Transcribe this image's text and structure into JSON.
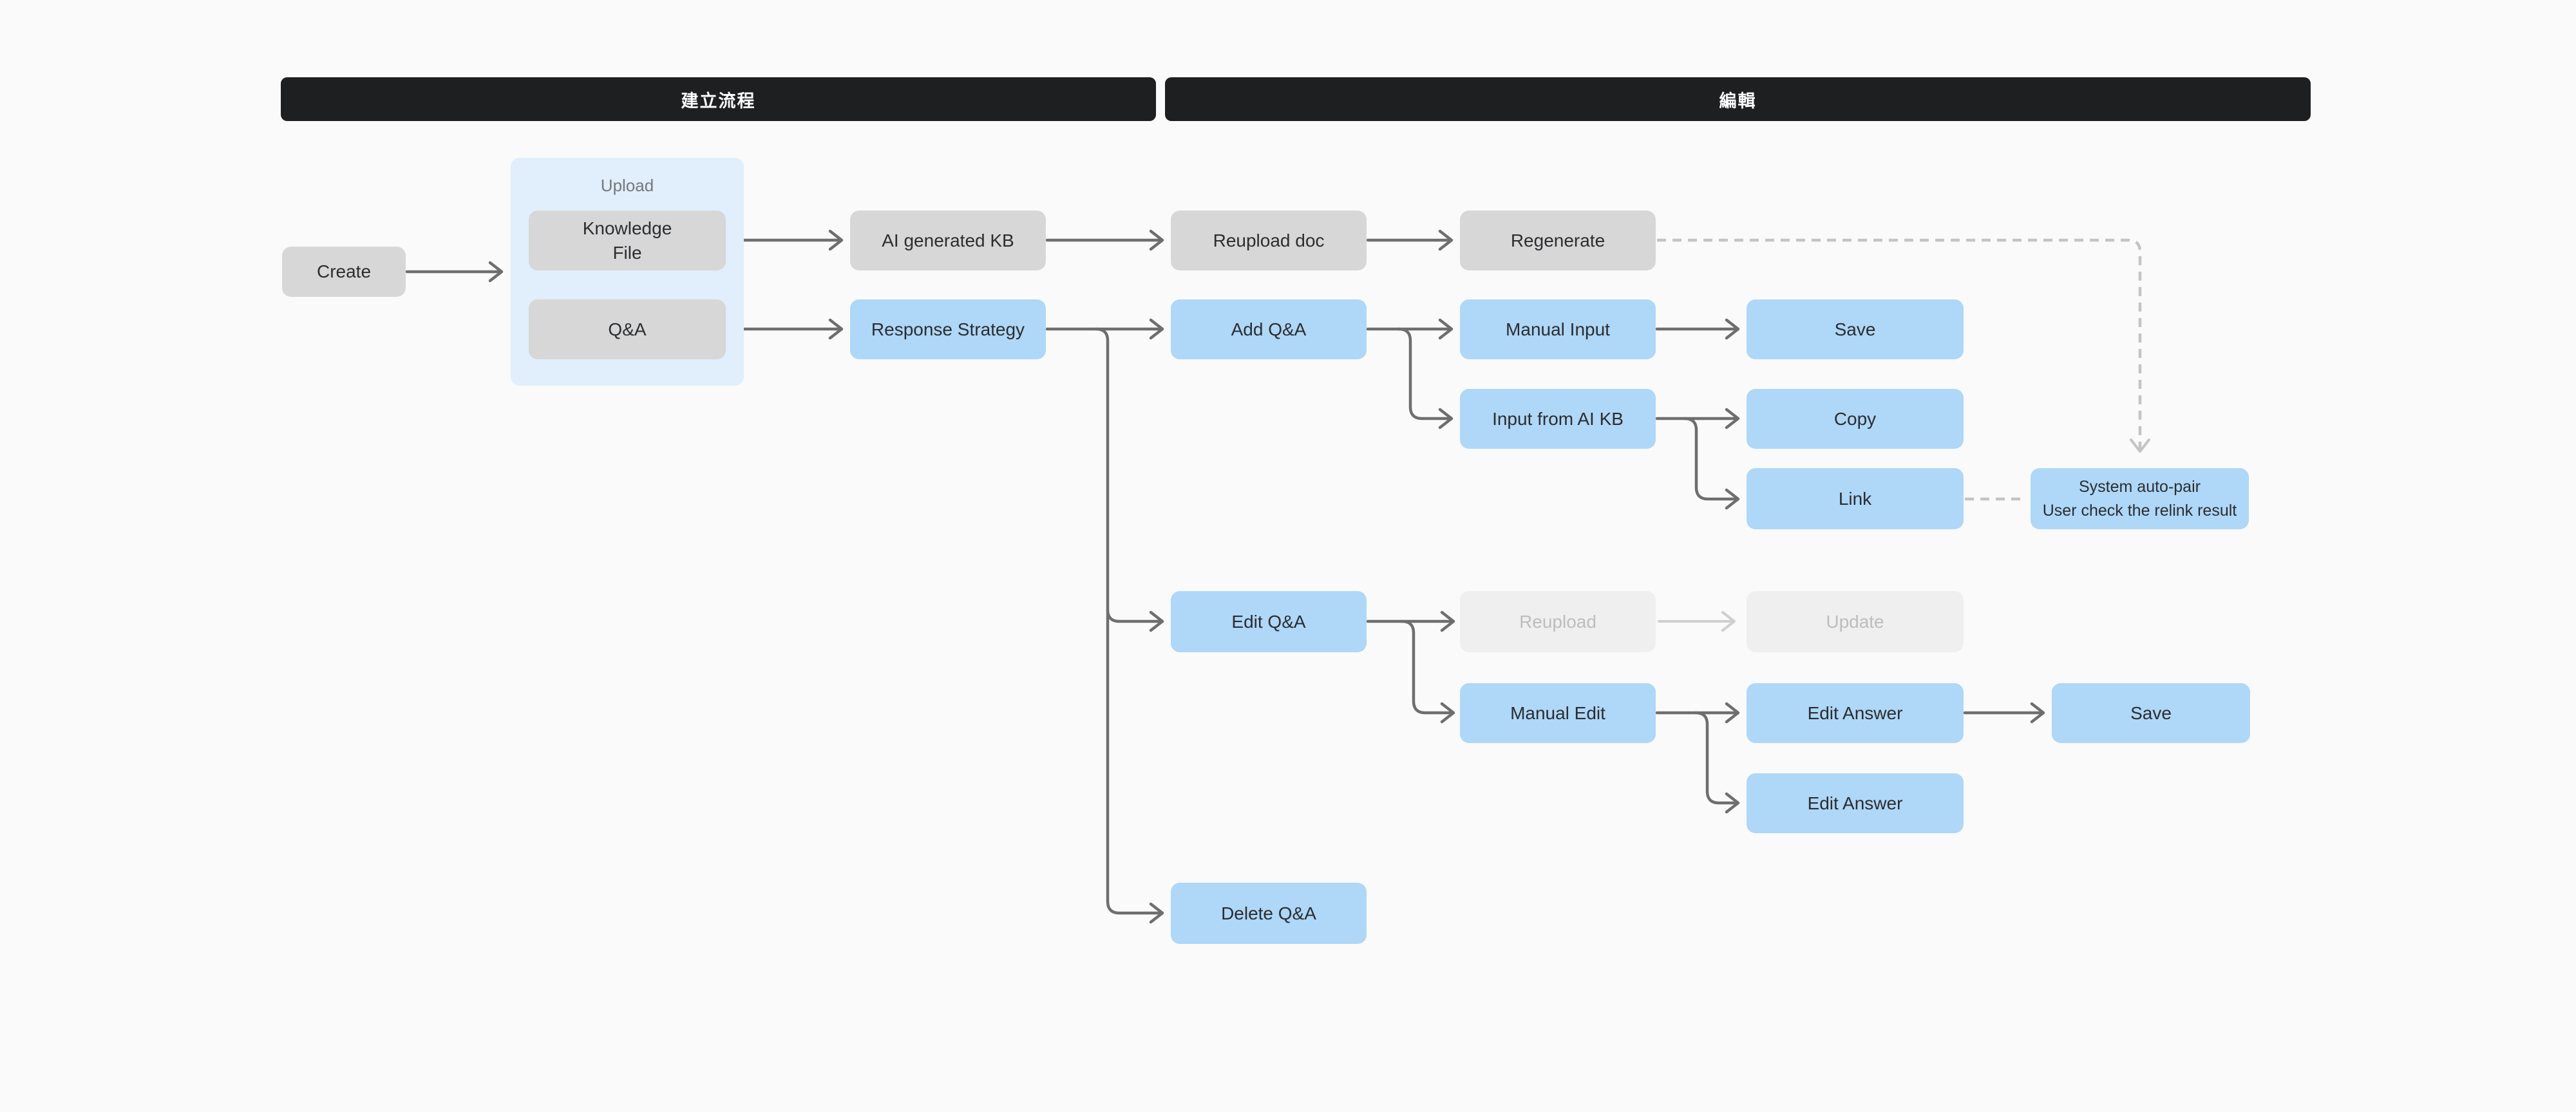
{
  "section_headers": {
    "create_flow": "建立流程",
    "edit": "編輯"
  },
  "upload_group": {
    "title": "Upload"
  },
  "nodes": {
    "create": {
      "label": "Create"
    },
    "knowledge_file": {
      "label": "Knowledge\nFile"
    },
    "qa": {
      "label": "Q&A"
    },
    "ai_generated_kb": {
      "label": "AI generated KB"
    },
    "reupload_doc": {
      "label": "Reupload doc"
    },
    "regenerate": {
      "label": "Regenerate"
    },
    "response_strategy": {
      "label": "Response Strategy"
    },
    "add_qa": {
      "label": "Add Q&A"
    },
    "manual_input": {
      "label": "Manual Input"
    },
    "save_manual_input": {
      "label": "Save"
    },
    "input_from_ai_kb": {
      "label": "Input from AI KB"
    },
    "copy": {
      "label": "Copy"
    },
    "link": {
      "label": "Link"
    },
    "system_auto_pair": {
      "label": "System auto-pair\nUser check the relink result"
    },
    "edit_qa": {
      "label": "Edit Q&A"
    },
    "reupload_disabled": {
      "label": "Reupload"
    },
    "update_disabled": {
      "label": "Update"
    },
    "manual_edit": {
      "label": "Manual Edit"
    },
    "edit_answer_top": {
      "label": "Edit Answer"
    },
    "save_edit_answer": {
      "label": "Save"
    },
    "edit_answer_bottom": {
      "label": "Edit Answer"
    },
    "delete_qa": {
      "label": "Delete Q&A"
    }
  },
  "colors": {
    "background": "#FAFAFA",
    "header_bg": "#1E1F21",
    "header_text": "#FFFFFF",
    "node_gray": "#D7D7D7",
    "node_blue": "#AFD7F7",
    "node_disabled": "#EFEFEF",
    "node_disabled_text": "#BDBDBD",
    "group_bg": "#E1EEFB",
    "group_title_text": "#75787D",
    "node_text": "#2B2D30",
    "connector": "#6E6E6E",
    "connector_light": "#CFCFCF",
    "connector_dashed": "#C4C4C4"
  }
}
